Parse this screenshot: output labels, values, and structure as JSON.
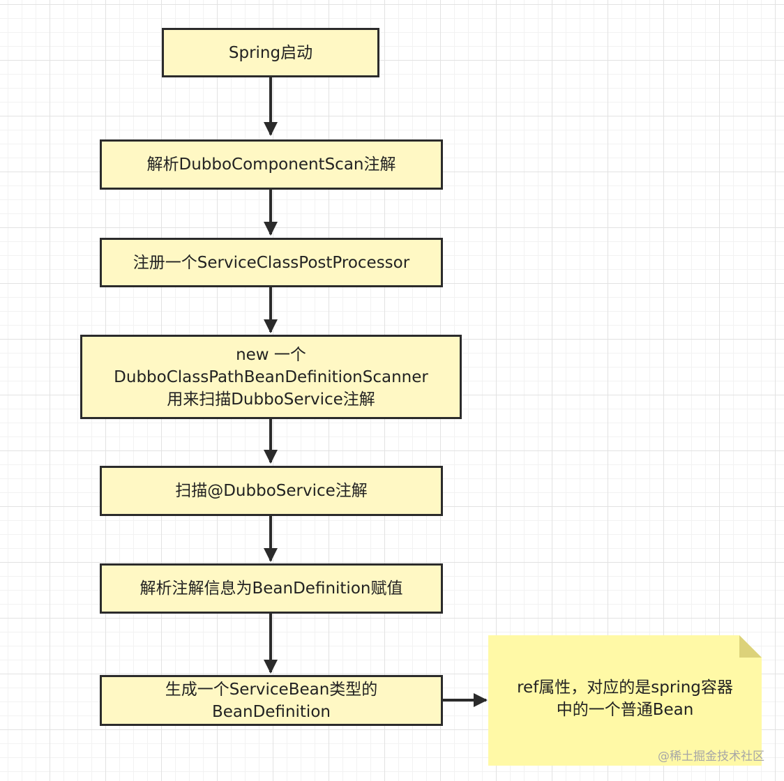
{
  "diagram": {
    "nodes": [
      {
        "id": "spring-start",
        "lines": [
          "Spring启动"
        ]
      },
      {
        "id": "parse-scan",
        "lines": [
          "解析DubboComponentScan注解"
        ]
      },
      {
        "id": "register-processor",
        "lines": [
          "注册一个ServiceClassPostProcessor"
        ]
      },
      {
        "id": "new-scanner",
        "lines": [
          "new 一个",
          "DubboClassPathBeanDefinitionScanner",
          "用来扫描DubboService注解"
        ]
      },
      {
        "id": "scan-annotation",
        "lines": [
          "扫描@DubboService注解"
        ]
      },
      {
        "id": "parse-info",
        "lines": [
          "解析注解信息为BeanDefinition赋值"
        ]
      },
      {
        "id": "generate-bean",
        "lines": [
          "生成一个ServiceBean类型的",
          "BeanDefinition"
        ]
      }
    ],
    "note": {
      "lines": [
        "ref属性，对应的是spring容器",
        "中的一个普通Bean"
      ]
    },
    "colors": {
      "node_fill": "#fff8c4",
      "node_border": "#2b2b2b",
      "note_fill": "#fff9a6",
      "arrow": "#2b2b2b"
    }
  },
  "watermark": "@稀土掘金技术社区"
}
